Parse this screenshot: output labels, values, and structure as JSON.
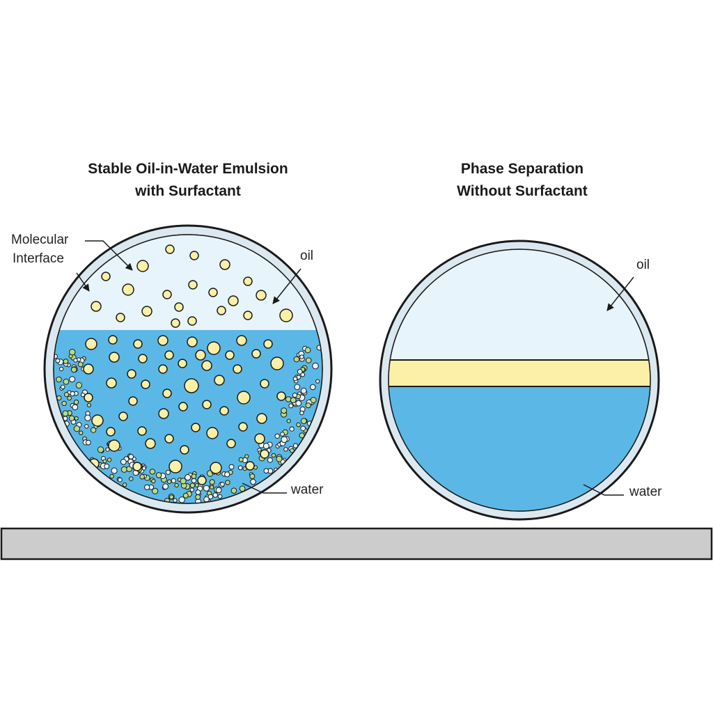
{
  "panels": {
    "left": {
      "title_line1": "Stable Oil-in-Water Emulsion",
      "title_line2": "with Surfactant",
      "label_interface_line1": "Molecular",
      "label_interface_line2": "Interface",
      "label_oil": "oil",
      "label_water": "water"
    },
    "right": {
      "title_line1": "Phase Separation",
      "title_line2": "Without Surfactant",
      "label_oil": "oil",
      "label_water": "water"
    }
  },
  "colors": {
    "water": "#5bb8e6",
    "oil_upper": "#e7f4fb",
    "oil_droplet": "#fbf0a6",
    "surfactant": "#b9d98a",
    "outline": "#1a1a1a",
    "rim": "#dbe8f0",
    "bench": "#cccccc"
  }
}
